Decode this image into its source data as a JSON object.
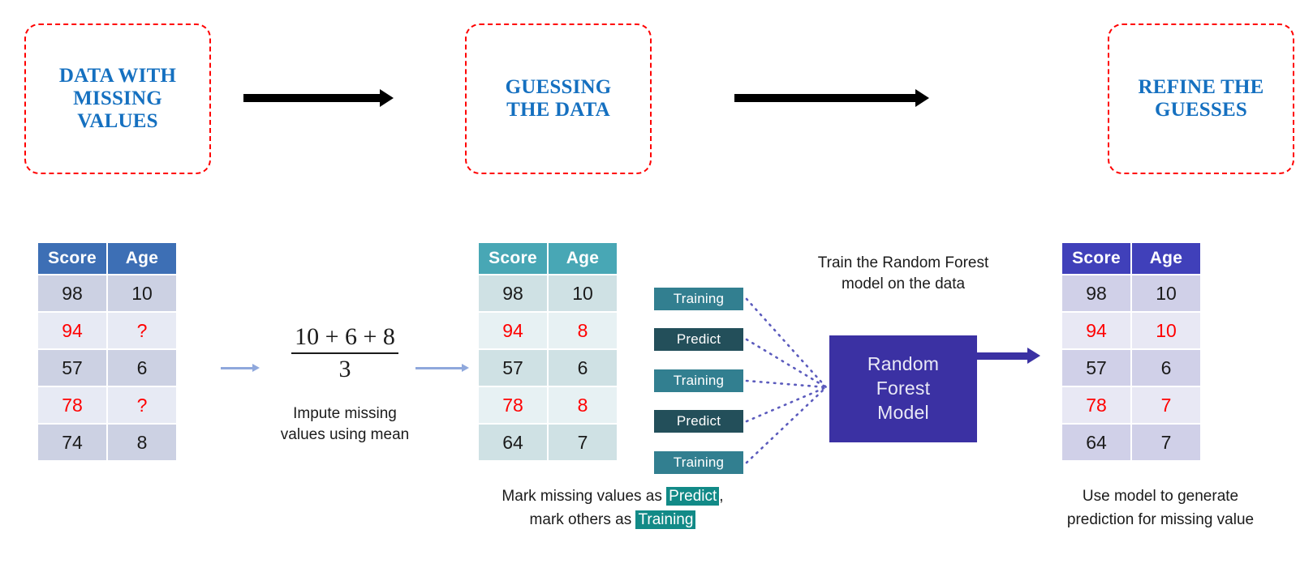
{
  "stages": [
    {
      "id": "data-with-missing-values",
      "label": "DATA WITH\nMISSING\nVALUES"
    },
    {
      "id": "guessing-the-data",
      "label": "GUESSING\nTHE DATA"
    },
    {
      "id": "refine-the-guesses",
      "label": "REFINE THE\nGUESSES"
    }
  ],
  "tables": {
    "missing": {
      "name": "data-with-missing-values-table",
      "headers": [
        "Score",
        "Age"
      ],
      "header_color": "#3d6fb5",
      "rows": [
        {
          "score": "98",
          "age": "10",
          "score_missing": false,
          "age_missing": false
        },
        {
          "score": "94",
          "age": "?",
          "score_missing": true,
          "age_missing": true
        },
        {
          "score": "57",
          "age": "6",
          "score_missing": false,
          "age_missing": false
        },
        {
          "score": "78",
          "age": "?",
          "score_missing": true,
          "age_missing": true
        },
        {
          "score": "74",
          "age": "8",
          "score_missing": false,
          "age_missing": false
        }
      ]
    },
    "imputed": {
      "name": "imputed-data-table",
      "headers": [
        "Score",
        "Age"
      ],
      "header_color": "#48a7b5",
      "rows": [
        {
          "score": "98",
          "age": "10",
          "score_missing": false,
          "age_missing": false,
          "tag": "Training"
        },
        {
          "score": "94",
          "age": "8",
          "score_missing": true,
          "age_missing": true,
          "tag": "Predict"
        },
        {
          "score": "57",
          "age": "6",
          "score_missing": false,
          "age_missing": false,
          "tag": "Training"
        },
        {
          "score": "78",
          "age": "8",
          "score_missing": true,
          "age_missing": true,
          "tag": "Predict"
        },
        {
          "score": "64",
          "age": "7",
          "score_missing": false,
          "age_missing": false,
          "tag": "Training"
        }
      ]
    },
    "refined": {
      "name": "refined-prediction-table",
      "headers": [
        "Score",
        "Age"
      ],
      "header_color": "#4040ba",
      "rows": [
        {
          "score": "98",
          "age": "10",
          "score_missing": false,
          "age_missing": false
        },
        {
          "score": "94",
          "age": "10",
          "score_missing": true,
          "age_missing": true
        },
        {
          "score": "57",
          "age": "6",
          "score_missing": false,
          "age_missing": false
        },
        {
          "score": "78",
          "age": "7",
          "score_missing": true,
          "age_missing": true
        },
        {
          "score": "64",
          "age": "7",
          "score_missing": false,
          "age_missing": false
        }
      ]
    }
  },
  "impute": {
    "numerator": "10 + 6 + 8",
    "denominator": "3",
    "caption": "Impute missing\nvalues using mean"
  },
  "badges": {
    "training_label": "Training",
    "predict_label": "Predict",
    "training_color": "#327f90",
    "predict_color": "#234f5a",
    "items": [
      "Training",
      "Predict",
      "Training",
      "Predict",
      "Training"
    ]
  },
  "model": {
    "name": "random-forest-model",
    "label": "Random\nForest\nModel",
    "color": "#3b31a3",
    "caption": "Train the Random Forest\nmodel on the data"
  },
  "captions": {
    "mark_line1_pre": "Mark missing values as ",
    "mark_line1_hl": "Predict",
    "mark_line1_post": ",",
    "mark_line2_pre": "mark others as ",
    "mark_line2_hl": "Training",
    "highlight_color": "#128a87",
    "use_model": "Use model to generate\nprediction for missing value"
  },
  "colors": {
    "stage_border": "#ff0000",
    "stage_text": "#1570c0",
    "missing_value_text": "#ff0000",
    "arrow_black": "#000000",
    "arrow_light_blue": "#8fa8dc",
    "connector_dotted": "#5b5bbd"
  }
}
